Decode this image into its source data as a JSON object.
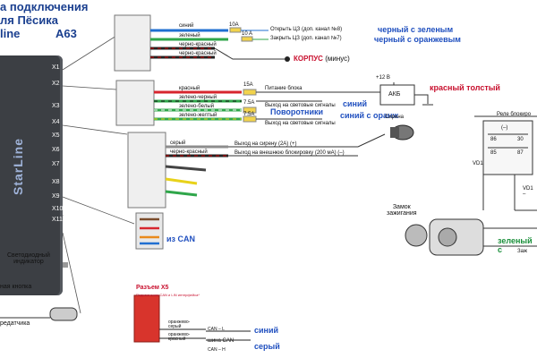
{
  "title": {
    "line1": "а подключения",
    "line2": "ля Пёсика",
    "line3_brand": "line",
    "line3_model": "A63"
  },
  "unit": {
    "brand": "StarLine",
    "ports": [
      "X1",
      "X2",
      "X3",
      "X4",
      "X5",
      "X6",
      "X7",
      "X8",
      "X9",
      "X10",
      "X11"
    ]
  },
  "block1": {
    "wires": [
      "синий",
      "зеленый",
      "черно-красный",
      "черно-красный"
    ],
    "fuses": [
      "10A",
      "10 A"
    ],
    "outputs": [
      "Открыть ЦЗ (доп. канал №8)",
      "Закрыть ЦЗ (доп. канал №7)"
    ],
    "notes": [
      "черный с зеленым",
      "черный с оранжевым"
    ],
    "ground": "КОРПУС",
    "ground_suffix": "(минус)"
  },
  "block2": {
    "wires": [
      "красный",
      "зелено-черный",
      "зелено-белый",
      "зелено-желтый"
    ],
    "fuses": [
      "15A",
      "7.5A",
      "7.5A"
    ],
    "outputs": [
      "Питание блока",
      "Выход на световые сигналы",
      "Выход на световые сигналы"
    ],
    "battery_voltage": "+12 В",
    "battery": "АКБ",
    "battery_note": "красный толстый",
    "note_blue": "синий",
    "note_turn": "Поворотники",
    "note_blue_orange": "синий с оранж"
  },
  "block3": {
    "wires": [
      "серый",
      "черно-красный"
    ],
    "outputs": [
      "Выход на сирену (2А) (+)",
      "Выход на внешнюю блокировку (200 мА) (–)"
    ],
    "siren": "Сирена",
    "can_note": "из CAN"
  },
  "right": {
    "relay_title": "Реле блокиро",
    "relay_pins": [
      "(–)",
      "86",
      "85",
      "30",
      "87"
    ],
    "vd": [
      "VD1",
      "VD1 –"
    ],
    "ignition": "Замок\nзажигания",
    "green_note": "зеленый с",
    "ignition_out": "Заж"
  },
  "left_devices": {
    "led": "Светодиодный\nиндикатор",
    "button": "ная кнопка",
    "transmitter": "редатчика"
  },
  "x5": {
    "title": "Разъем X5",
    "subtitle": "Подключение CAN и LIN интерфейса*",
    "wires": [
      "оранжево-\nсерый",
      "оранжево-\nкрасный"
    ],
    "bus": "шина CAN",
    "pins": [
      "CAN – L",
      "CAN – H"
    ],
    "notes": [
      "синий",
      "серый"
    ]
  },
  "colors": {
    "blue_note": "#1f4fbf",
    "red_note": "#c8102e",
    "unit_body": "#3c3f44",
    "x5_connector": "#d8342c"
  }
}
